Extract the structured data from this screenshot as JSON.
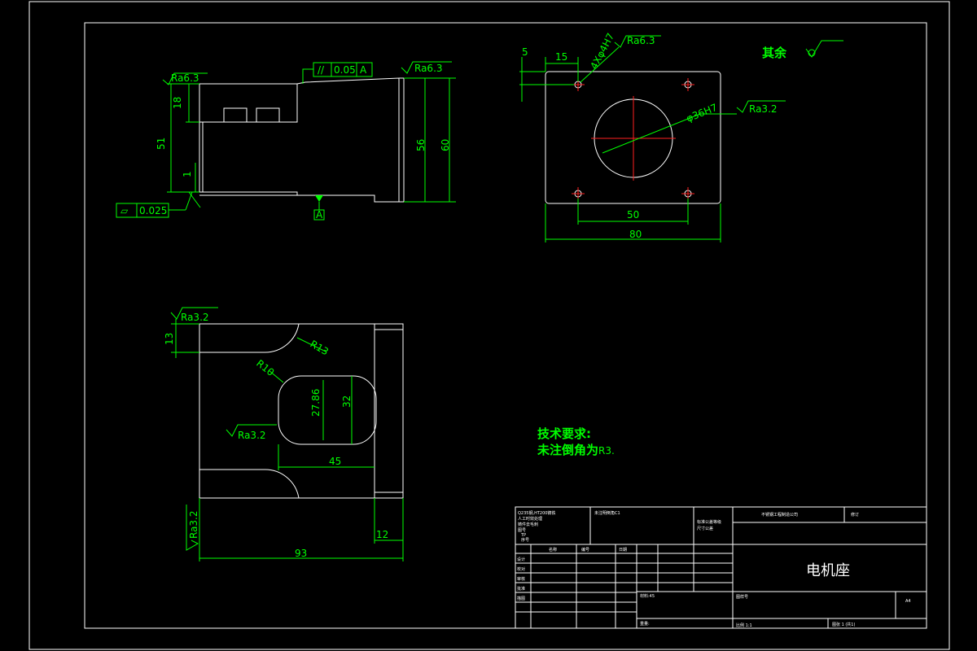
{
  "drawing": {
    "part_name": "电机座",
    "other_surfaces_label": "其余",
    "tech_req_title": "技术要求:",
    "tech_req_note_cn": "未注倒角为",
    "tech_req_note_val": "R3."
  },
  "view_front": {
    "roughness_left": "Ra6.3",
    "roughness_right": "Ra6.3",
    "parallelism_symbol": "//",
    "parallelism_value": "0.05",
    "parallelism_datum": "A",
    "datum_label": "A",
    "flatness_symbol": "▱",
    "flatness_value": "0.025",
    "dim_18": "18",
    "dim_51": "51",
    "dim_1": "1",
    "dim_56": "56",
    "dim_60": "60"
  },
  "view_side": {
    "hole_callout": "4Xφ4H7",
    "roughness_hole": "Ra6.3",
    "bore_callout": "φ36H7",
    "roughness_bore": "Ra3.2",
    "dim_5": "5",
    "dim_15": "15",
    "dim_50": "50",
    "dim_80": "80"
  },
  "view_top": {
    "roughness_top": "Ra3.2",
    "roughness_slot": "Ra3.2",
    "roughness_left": "Ra3.2",
    "dim_13": "13",
    "radius_13": "R13",
    "radius_10": "R10",
    "dim_27_86": "27.86",
    "dim_32": "32",
    "dim_45": "45",
    "dim_12": "12",
    "dim_93": "93"
  },
  "title_block": {
    "note_lines": [
      "Q235钢,HT200铸铁",
      "人工时效处理",
      "铸件去毛刺",
      "图号",
      "TP",
      "序号"
    ],
    "mid_cell": "未注明倒角C1",
    "tol_cell": [
      "标准公差等级",
      "尺寸公差"
    ],
    "company": "不锈钢工程制造公司",
    "mod_cell": "修订",
    "col_headers": [
      "名称",
      "编号",
      "日期"
    ],
    "row_labels": [
      "设计",
      "校对",
      "审核",
      "批准",
      "描图"
    ],
    "scale_line": "材料:45",
    "drawing_no_label": "图样号",
    "sheet_label": "A4",
    "weight_label": "重量:",
    "ratio_label": "比例 1:1",
    "sheet_count": "图张 1 (共1)"
  }
}
